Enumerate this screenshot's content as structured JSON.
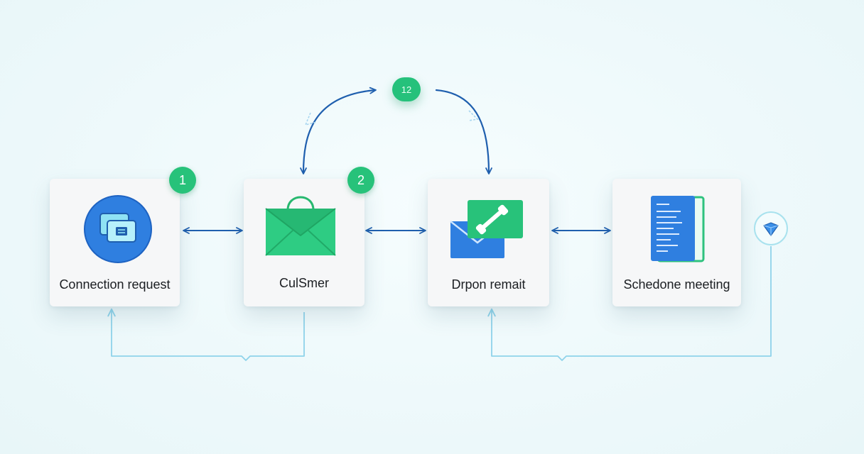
{
  "steps": [
    {
      "label": "Connection request",
      "icon": "connection-icon",
      "badge": "1"
    },
    {
      "label": "CulSmer",
      "icon": "envelope-icon",
      "badge": "2"
    },
    {
      "label": "Drpon remait",
      "icon": "phone-mail-icon"
    },
    {
      "label": "Schedone meeting",
      "icon": "document-icon"
    }
  ],
  "loop_badge": "12",
  "end_icon": "diamond-icon",
  "colors": {
    "primary_arrow": "#1f5fae",
    "feedback_line": "#8fd3ea",
    "accent_green": "#27c27a",
    "accent_blue": "#2f7fe0"
  }
}
